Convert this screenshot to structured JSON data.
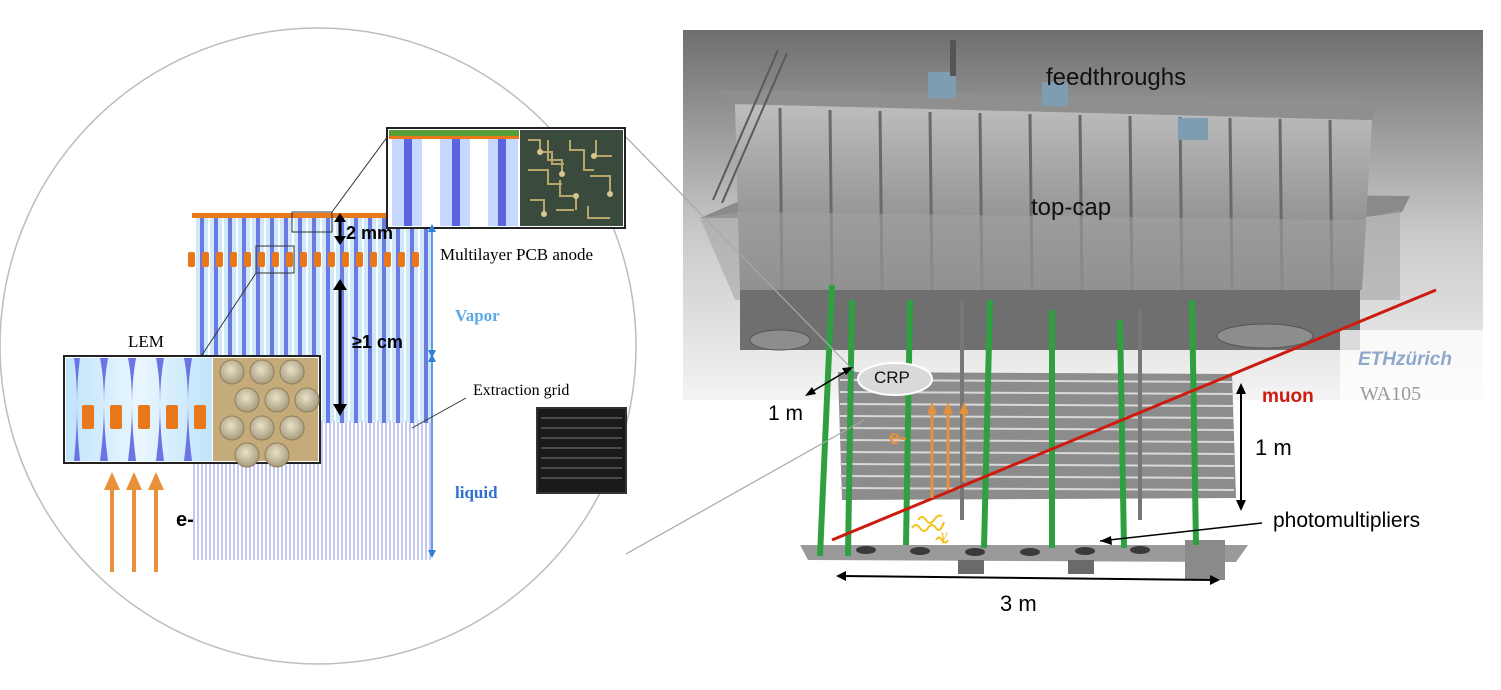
{
  "labels": {
    "lem": "LEM",
    "pcb_anode": "Multilayer PCB anode",
    "vapor": "Vapor",
    "liquid": "liquid",
    "extraction_grid": "Extraction grid",
    "gap_2mm": "2 mm",
    "gap_1cm": "≥1 cm",
    "electron_left": "e-",
    "feedthroughs": "feedthroughs",
    "top_cap": "top-cap",
    "crp": "CRP",
    "one_m_left": "1 m",
    "muon": "muon",
    "one_m_right": "1 m",
    "electron_right": "e-",
    "gamma": "γ",
    "photomultipliers": "photomultipliers",
    "three_m": "3 m"
  },
  "logos": {
    "eth": "ETHzürich",
    "wa105": "WA105"
  },
  "colors": {
    "electron_arrow": "#e8913a",
    "muon_line": "#cc1c10",
    "vapor_text": "#5aa8e6",
    "liquid_text": "#2f6fd0",
    "lem_electrode": "#e8781a",
    "field_lines": "#6a7ae0",
    "frame_green": "#2fa042",
    "steel": "#9a9a9a"
  }
}
